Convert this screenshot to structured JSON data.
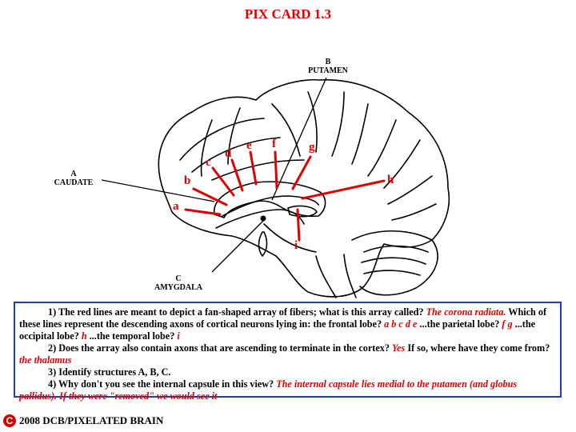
{
  "title": "PIX CARD 1.3",
  "labels": {
    "b_letter": "B",
    "b_name": "PUTAMEN",
    "a_letter": "A",
    "a_name": "CAUDATE",
    "c_letter": "C",
    "c_name": "AMYGDALA"
  },
  "fiber_letters": [
    "a",
    "b",
    "c",
    "d",
    "e",
    "f",
    "g",
    "h",
    "i"
  ],
  "qa": {
    "q1": "1) The red lines are meant to depict a fan-shaped array of fibers; what is this array called?",
    "a1": "The corona radiata.",
    "q1b": "Which of these lines represent the descending axons of cortical neurons lying in: the frontal lobe?",
    "a1b": "a b c d e",
    "q1c": "...the parietal lobe?",
    "a1c": "f g",
    "q1d": "...the occipital lobe?",
    "a1d": "h",
    "q1e": "...the temporal lobe?",
    "a1e": "i",
    "q2": "2) Does the array also contain axons that are ascending to terminate in the cortex?",
    "a2": "Yes",
    "q2b": "If so, where have they come from?",
    "a2b": "the thalamus",
    "q3": "3) Identify structures A, B, C.",
    "q4": "4) Why don't you see the internal capsule in this view?",
    "a4": "The internal capsule lies medial to the putamen (and globus pallidus). If they were \"removed\" we would see it"
  },
  "footer": {
    "icon": "copyright-icon",
    "c": "C",
    "text": "2008  DCB/PIXELATED BRAIN"
  },
  "colors": {
    "accent": "#e00000",
    "border": "#1a3fb8"
  }
}
